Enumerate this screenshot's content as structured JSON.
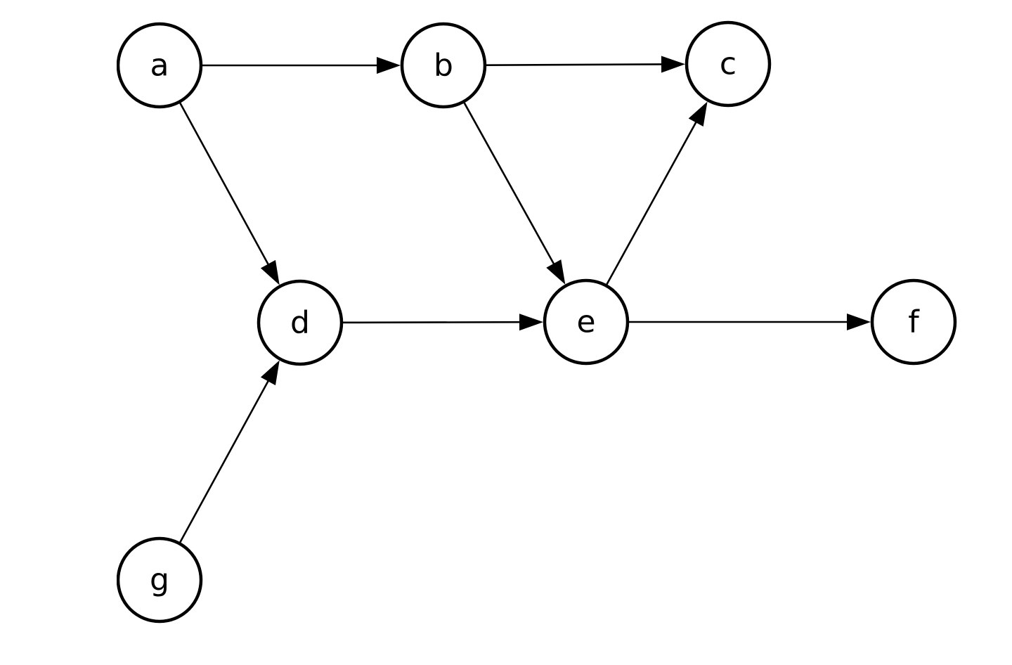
{
  "graph": {
    "nodes": [
      {
        "id": "a",
        "label": "a"
      },
      {
        "id": "b",
        "label": "b"
      },
      {
        "id": "c",
        "label": "c"
      },
      {
        "id": "d",
        "label": "d"
      },
      {
        "id": "e",
        "label": "e"
      },
      {
        "id": "f",
        "label": "f"
      },
      {
        "id": "g",
        "label": "g"
      }
    ],
    "edges": [
      {
        "from": "a",
        "to": "b"
      },
      {
        "from": "b",
        "to": "c"
      },
      {
        "from": "a",
        "to": "d"
      },
      {
        "from": "b",
        "to": "e"
      },
      {
        "from": "e",
        "to": "c"
      },
      {
        "from": "d",
        "to": "e"
      },
      {
        "from": "e",
        "to": "f"
      },
      {
        "from": "g",
        "to": "d"
      }
    ],
    "colors": {
      "stroke": "#000000",
      "fill": "#ffffff"
    }
  }
}
